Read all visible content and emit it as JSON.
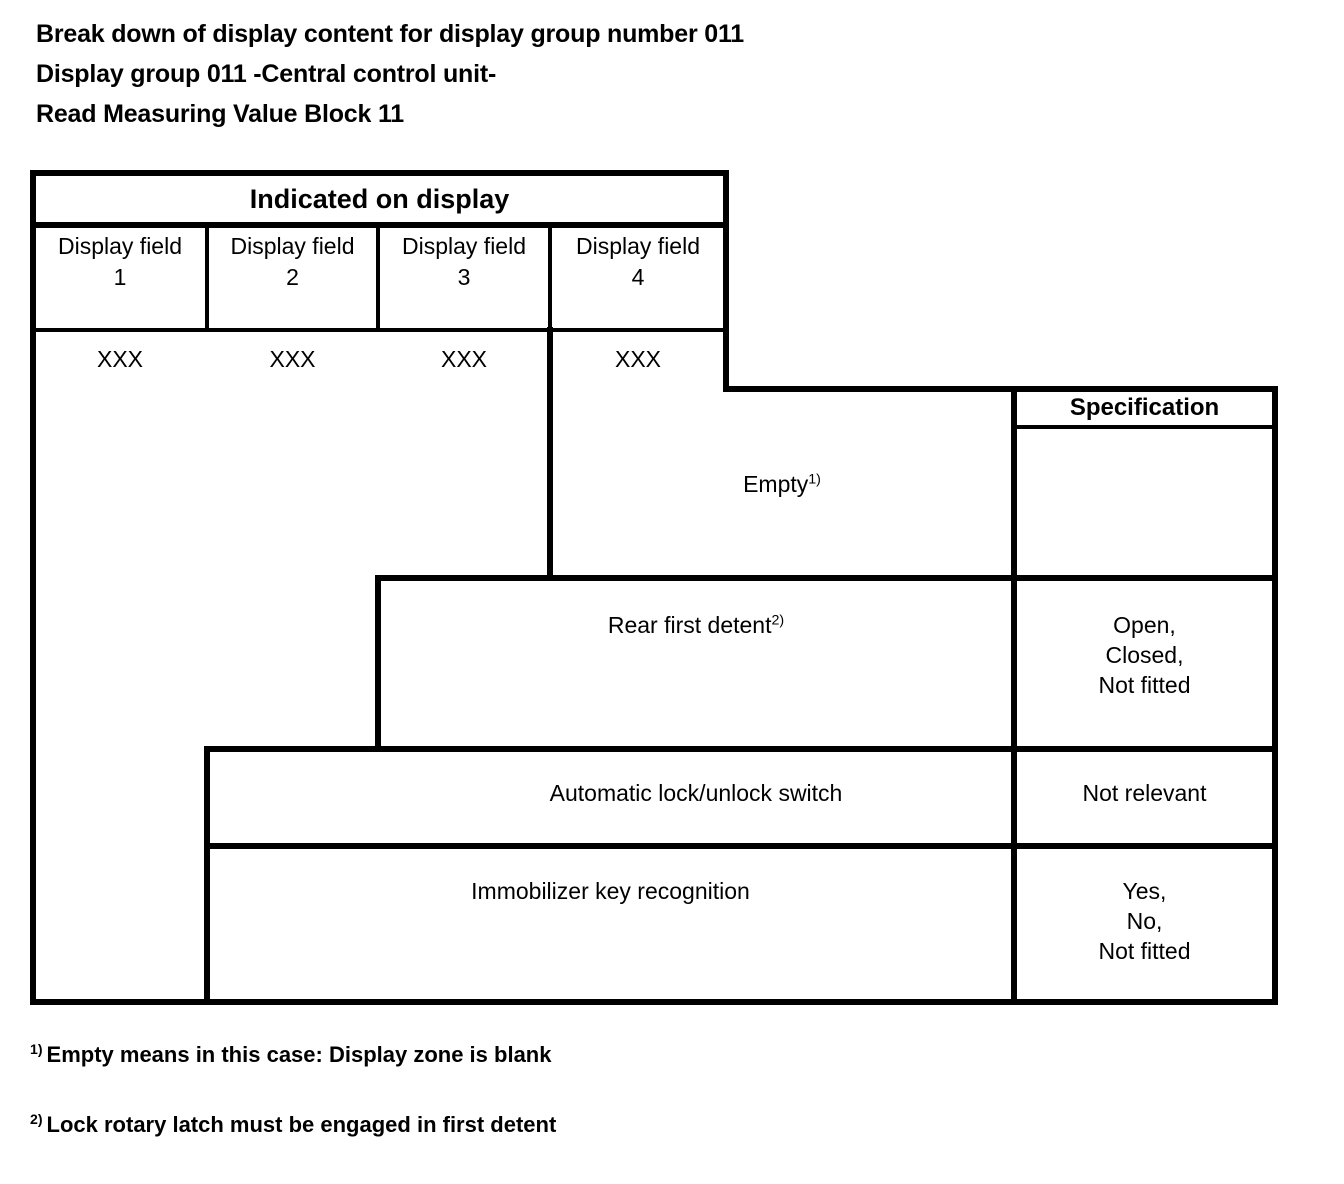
{
  "title": {
    "line1": "Break down of display content for display group number 011",
    "line2": "Display group 011 -Central control unit-",
    "line3": "Read Measuring Value Block 11"
  },
  "table": {
    "group_header": "Indicated on display",
    "spec_header": "Specification",
    "display_fields": [
      {
        "label": "Display field",
        "number": "1",
        "value": "XXX"
      },
      {
        "label": "Display field",
        "number": "2",
        "value": "XXX"
      },
      {
        "label": "Display field",
        "number": "3",
        "value": "XXX"
      },
      {
        "label": "Display field",
        "number": "4",
        "value": "XXX"
      }
    ],
    "rows": [
      {
        "description": "Empty",
        "footnote_marker": "1)",
        "specification": ""
      },
      {
        "description": "Rear first detent",
        "footnote_marker": "2)",
        "specification_line1": "Open,",
        "specification_line2": "Closed,",
        "specification_line3": "Not fitted"
      },
      {
        "description": "Automatic lock/unlock switch",
        "footnote_marker": "",
        "specification": "Not relevant"
      },
      {
        "description": "Immobilizer key recognition",
        "footnote_marker": "",
        "specification_line1": "Yes,",
        "specification_line2": "No,",
        "specification_line3": "Not fitted"
      }
    ]
  },
  "footnotes": [
    {
      "marker": "1)",
      "text": "Empty means in this case: Display zone is blank"
    },
    {
      "marker": "2)",
      "text": "Lock rotary latch must be engaged in first detent"
    }
  ],
  "colors": {
    "ink": "#000000",
    "paper": "#ffffff"
  }
}
